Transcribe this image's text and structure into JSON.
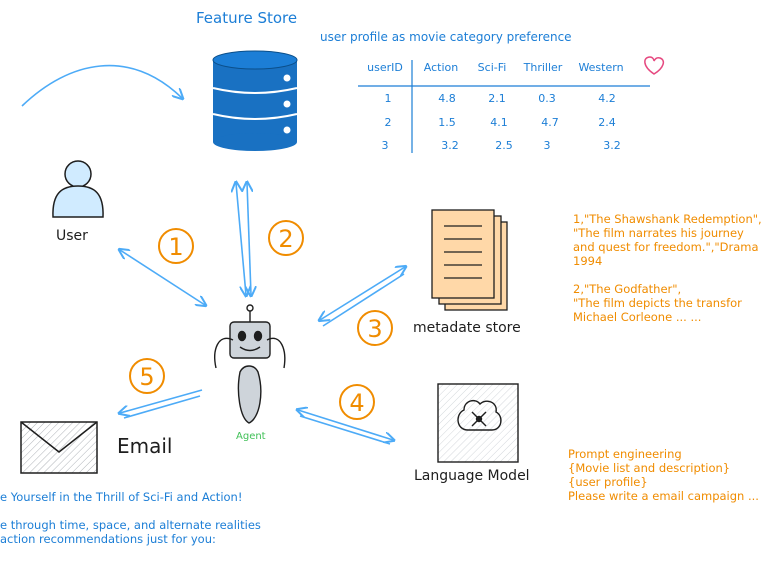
{
  "feature_store": {
    "title": "Feature Store",
    "subtitle": "user profile as movie category preference",
    "table": {
      "headers": [
        "userID",
        "Action",
        "Sci-Fi",
        "Thriller",
        "Western"
      ],
      "rows": [
        [
          "1",
          "4.8",
          "2.1",
          "0.3",
          "4.2"
        ],
        [
          "2",
          "1.5",
          "4.1",
          "4.7",
          "2.4"
        ],
        [
          "3",
          "3.2",
          "2.5",
          "3",
          "3.2"
        ]
      ]
    }
  },
  "nodes": {
    "user": "User",
    "agent": "Agent",
    "metadata_store": "metadate store",
    "language_model": "Language Model",
    "email": "Email"
  },
  "steps": [
    "1",
    "2",
    "3",
    "4",
    "5"
  ],
  "metadata_sample": {
    "lines": [
      "1,\"The Shawshank Redemption\",",
      "\"The film narrates his journey",
      "and quest for freedom.\",\"Drama",
      "1994",
      "",
      "2,\"The Godfather\",",
      "\"The film depicts the transfor",
      "Michael Corleone ... ..."
    ]
  },
  "prompt": {
    "lines": [
      "Prompt engineering",
      "{Movie list and description}",
      "{user profile}",
      "Please write a email campaign ..."
    ]
  },
  "email_text": {
    "lines": [
      "e Yourself in the Thrill of Sci-Fi and Action!",
      "",
      "e through time, space, and alternate realities",
      "action recommendations just for you:"
    ]
  },
  "colors": {
    "blue": "#1c7ed6",
    "orange": "#f08c00",
    "database": "#1971c2",
    "arrow": "#4dabf7",
    "user_fill": "#d0ebff",
    "agent_text": "#40c057",
    "heart": "#e64980"
  }
}
